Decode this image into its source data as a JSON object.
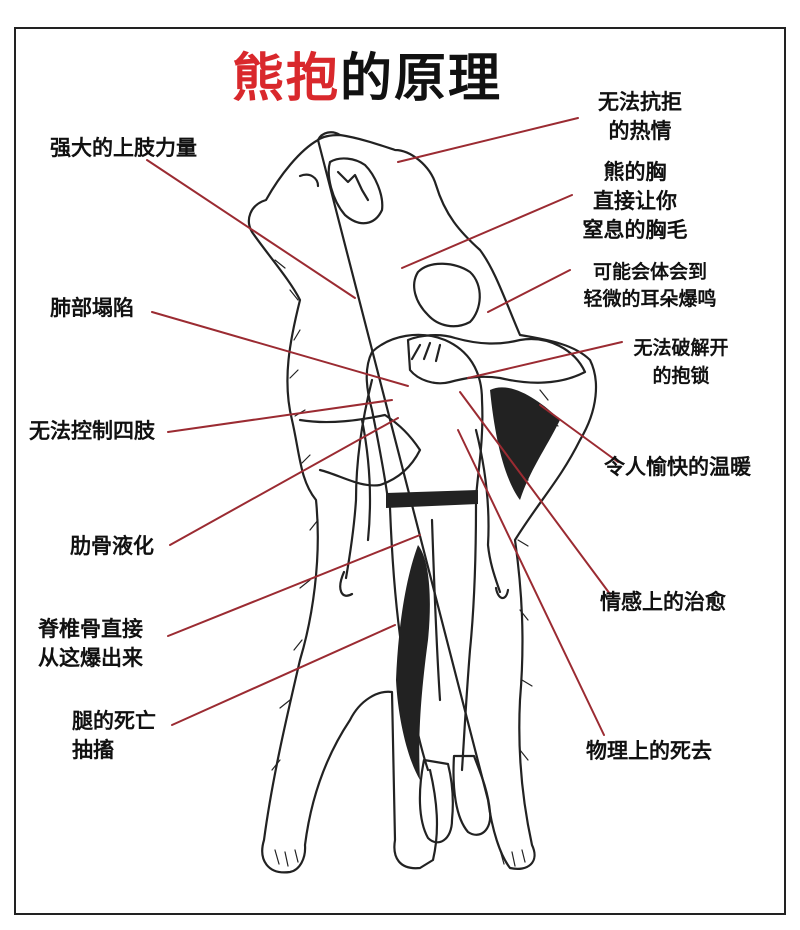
{
  "title": {
    "red_part": "熊抱",
    "black_part": "的原理"
  },
  "colors": {
    "accent_red": "#d9282c",
    "line": "#9b2b32",
    "ink": "#111111"
  },
  "labels": {
    "l1": "强大的上肢力量",
    "l2": "肺部塌陷",
    "l3": "无法控制四肢",
    "l4": "肋骨液化",
    "l5": "脊椎骨直接\n从这爆出来",
    "l6": "腿的死亡\n抽搐",
    "r1": "无法抗拒\n的热情",
    "r2": "熊的胸\n直接让你\n窒息的胸毛",
    "r3": "可能会体会到\n轻微的耳朵爆鸣",
    "r4": "无法破解开\n的抱锁",
    "r5": "令人愉快的温暖",
    "r6": "情感上的治愈",
    "r7": "物理上的死去"
  },
  "illustration": {
    "icon": "bear-hugging-man-icon"
  }
}
